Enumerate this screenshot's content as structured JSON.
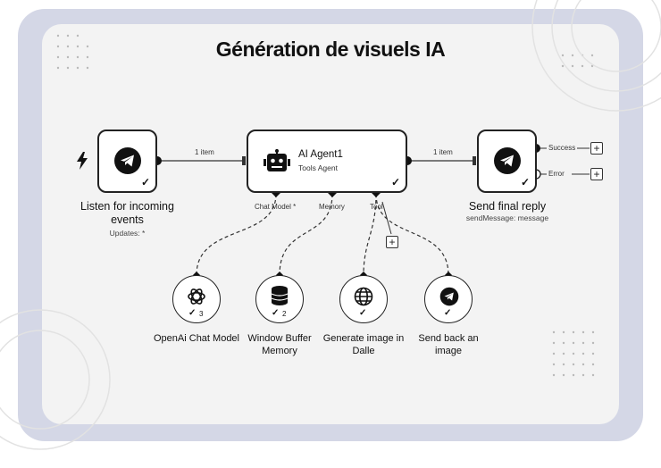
{
  "title": "Génération de visuels IA",
  "trigger": {
    "label": "Listen for incoming events",
    "sub": "Updates: *",
    "icon": "telegram-icon",
    "bolt_icon": "lightning-bolt-icon"
  },
  "connection1": {
    "label": "1 item"
  },
  "agent": {
    "title": "AI Agent1",
    "subtitle": "Tools Agent",
    "icon": "robot-icon",
    "ports": [
      "Chat Model *",
      "Memory",
      "Tool"
    ]
  },
  "connection2": {
    "label": "1 item"
  },
  "reply": {
    "label": "Send final reply",
    "sub": "sendMessage: message",
    "icon": "telegram-icon",
    "outputs": [
      "Success",
      "Error"
    ]
  },
  "subnodes": [
    {
      "label": "OpenAi Chat Model",
      "badge": "3",
      "icon": "openai-icon"
    },
    {
      "label": "Window Buffer Memory",
      "badge": "2",
      "icon": "database-icon"
    },
    {
      "label": "Generate image in Dalle",
      "badge": "",
      "icon": "globe-icon"
    },
    {
      "label": "Send back an image",
      "badge": "",
      "icon": "telegram-icon"
    }
  ],
  "check_mark": "✓",
  "plus_sign": "+"
}
